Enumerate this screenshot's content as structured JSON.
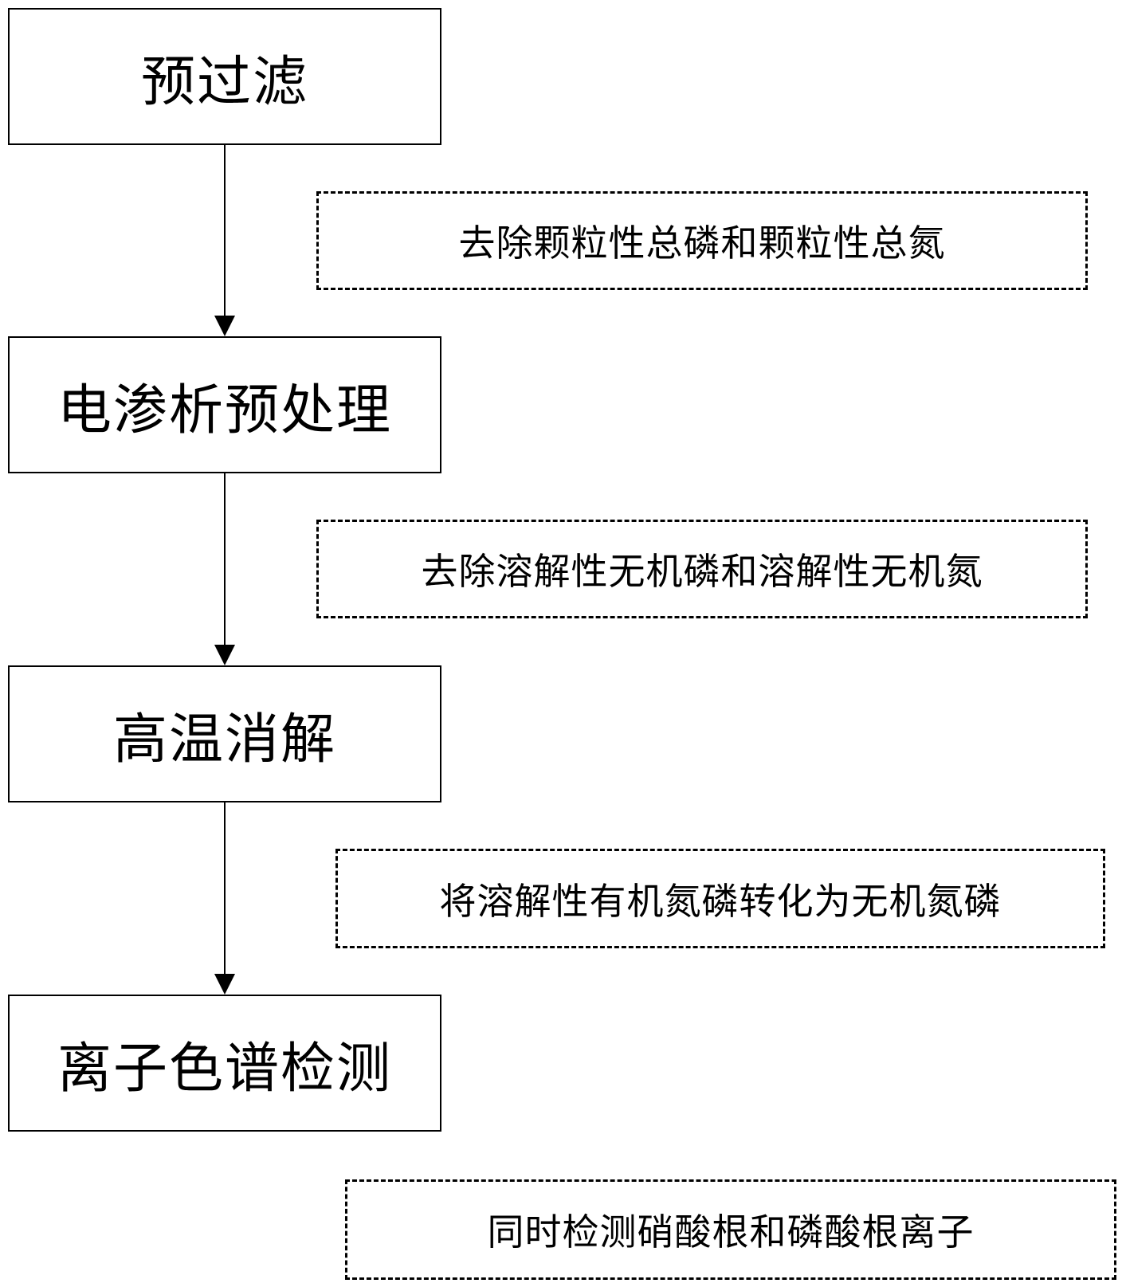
{
  "steps": [
    {
      "label": "预过滤"
    },
    {
      "label": "电渗析预处理"
    },
    {
      "label": "高温消解"
    },
    {
      "label": "离子色谱检测"
    }
  ],
  "notes": [
    {
      "label": "去除颗粒性总磷和颗粒性总氮"
    },
    {
      "label": "去除溶解性无机磷和溶解性无机氮"
    },
    {
      "label": "将溶解性有机氮磷转化为无机氮磷"
    },
    {
      "label": "同时检测硝酸根和磷酸根离子"
    }
  ],
  "colors": {
    "line": "#000000",
    "background": "#ffffff"
  }
}
